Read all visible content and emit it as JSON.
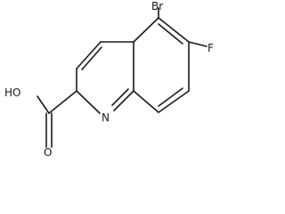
{
  "molecule": {
    "atoms": {
      "bromine": "Br",
      "fluorine": "F",
      "nitrogen": "N",
      "hydroxyl": "HO",
      "carbonyl_oxygen": "O"
    }
  },
  "colors": {
    "bond": "#1a1a1a",
    "background": "#ffffff"
  }
}
